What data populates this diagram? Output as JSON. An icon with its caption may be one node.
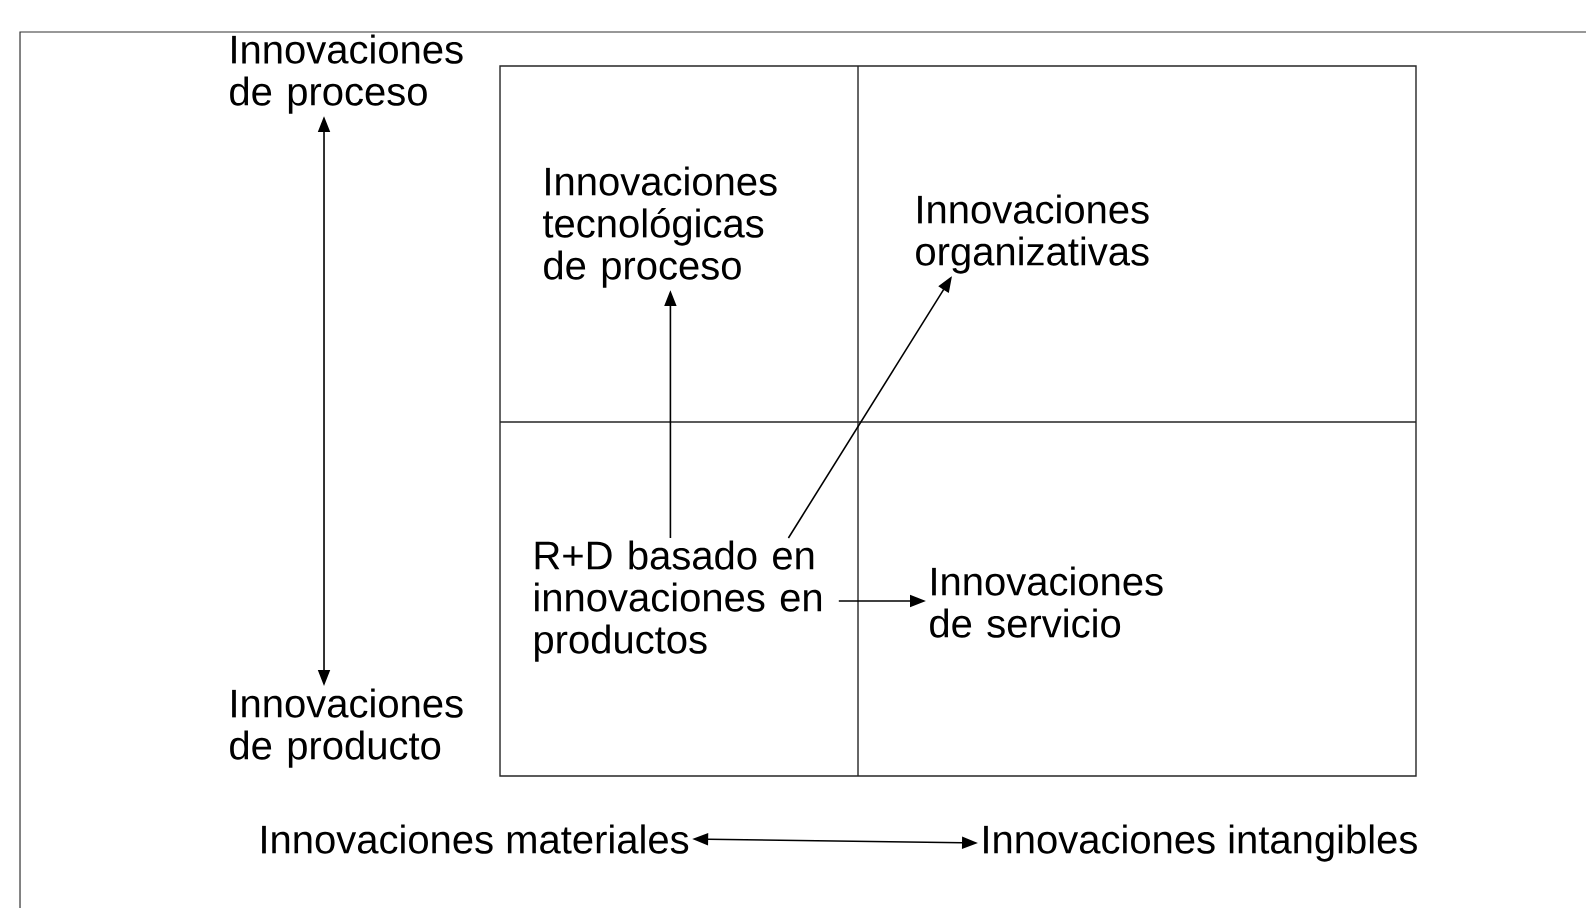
{
  "diagram": {
    "nodes": [
      {
        "text": [
          "Innovaciones de proceso"
        ]
      },
      {
        "text": [
          "Innovaciones de producto"
        ]
      },
      {
        "text": [
          "Innovaciones tecnológicas de proceso"
        ]
      },
      {
        "text": [
          "Innovaciones organizativas"
        ]
      },
      {
        "text": [
          "R+D basado en innovaciones en productos"
        ]
      },
      {
        "text": [
          "Innovaciones de servicio"
        ]
      },
      {
        "text": [
          "Innovaciones materiales"
        ]
      },
      {
        "text": [
          "Innovaciones intangibles"
        ]
      }
    ],
    "edges": [
      {
        "from": 0,
        "to": 1,
        "arrow": "both"
      },
      {
        "from": 4,
        "to": 2,
        "arrow": "to"
      },
      {
        "from": 4,
        "to": 3,
        "arrow": "to"
      },
      {
        "from": 4,
        "to": 5,
        "arrow": "to"
      },
      {
        "from": 6,
        "to": 7,
        "arrow": "both"
      }
    ]
  }
}
